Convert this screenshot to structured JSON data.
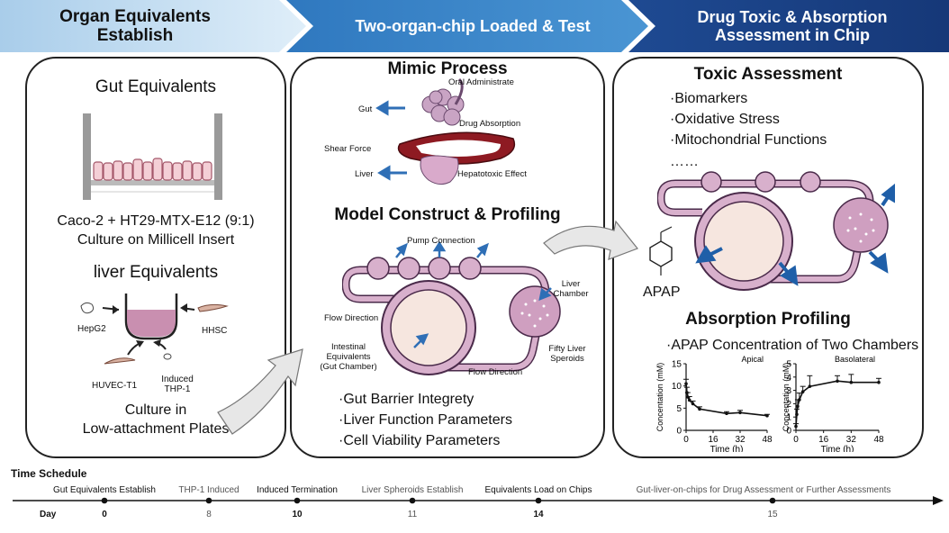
{
  "header": {
    "stage1": "Organ Equivalents\nEstablish",
    "stage2": "Two-organ-chip Loaded & Test",
    "stage3": "Drug Toxic & Absorption\nAssessment in Chip",
    "colors": {
      "light": "#cfe3f4",
      "mid": "#3f86c8",
      "dark": "#1a3f86"
    }
  },
  "panel1": {
    "gut_title": "Gut Equivalents",
    "gut_caption": [
      "Caco-2 + HT29-MTX-E12 (9:1)",
      "Culture on Millicell Insert"
    ],
    "liver_title": "liver Equivalents",
    "cells": {
      "hepg2": "HepG2",
      "hhsc": "HHSC",
      "huvec": "HUVEC-T1",
      "thp1_line1": "Induced",
      "thp1_line2": "THP-1"
    },
    "culture": [
      "Culture in",
      "Low-attachment Plates"
    ]
  },
  "panel2": {
    "mimic_title": "Mimic Process",
    "mimic_labels": {
      "oral": "Oral Administrate",
      "gut": "Gut",
      "absorption": "Drug Absorption",
      "shear": "Shear Force",
      "liver": "Liver",
      "hepatotoxic": "Hepatotoxic Effect"
    },
    "model_title": "Model Construct & Profiling",
    "model_labels": {
      "pump": "Pump Connection",
      "liver_chamber_1": "Liver",
      "liver_chamber_2": "Chamber",
      "flow_left": "Flow Direction",
      "intestinal_1": "Intestinal",
      "intestinal_2": "Equivalents",
      "intestinal_3": "(Gut Chamber)",
      "fifty_1": "Fifty Liver",
      "fifty_2": "Speroids",
      "flow_bottom": "Flow Direction"
    },
    "bullets": [
      "·Gut Barrier Integrety",
      "·Liver Function Parameters",
      "·Cell Viability Parameters"
    ]
  },
  "panel3": {
    "toxic_title": "Toxic Assessment",
    "toxic_items": [
      "·Biomarkers",
      "·Oxidative Stress",
      "·Mitochondrial Functions",
      "……"
    ],
    "drug": "APAP",
    "absorption_title": "Absorption Profiling",
    "absorption_item": "·APAP Concentration of Two Chambers"
  },
  "chart_data": [
    {
      "type": "line",
      "title": "Apical",
      "xlabel": "Time (h)",
      "ylabel": "Concentation (mM)",
      "xticks": [
        0,
        16,
        32,
        48
      ],
      "yticks": [
        0,
        5,
        10,
        15
      ],
      "xlim": [
        0,
        48
      ],
      "ylim": [
        0,
        15
      ],
      "x": [
        0,
        0.5,
        1,
        2,
        4,
        8,
        24,
        32,
        48
      ],
      "y": [
        10.5,
        8.5,
        7.5,
        6.8,
        6.0,
        4.8,
        3.8,
        4.0,
        3.3
      ],
      "errors": [
        1.0,
        1.2,
        1.0,
        0.8,
        0.6,
        0.5,
        0.4,
        0.5,
        0.3
      ]
    },
    {
      "type": "line",
      "title": "Basolateral",
      "xlabel": "Time (h)",
      "ylabel": "Concentation (mM)",
      "xticks": [
        0,
        16,
        32,
        48
      ],
      "yticks": [
        0,
        1,
        2,
        3,
        4,
        5
      ],
      "xlim": [
        0,
        48
      ],
      "ylim": [
        0,
        5
      ],
      "x": [
        0,
        0.5,
        1,
        2,
        4,
        8,
        24,
        32,
        48
      ],
      "y": [
        0.3,
        1.2,
        1.8,
        2.3,
        2.9,
        3.3,
        3.7,
        3.6,
        3.6
      ],
      "errors": [
        0.2,
        0.4,
        0.5,
        0.5,
        0.4,
        0.8,
        0.4,
        0.6,
        0.3
      ]
    }
  ],
  "timeline": {
    "title": "Time Schedule",
    "day_label": "Day",
    "events": [
      {
        "label": "Gut Equivalents Establish",
        "day": "0",
        "bold": false
      },
      {
        "label": "THP-1 Induced",
        "day": "8",
        "bold": false
      },
      {
        "label": "Induced Termination",
        "day": "10",
        "bold": true
      },
      {
        "label": "Liver Spheroids Establish",
        "day": "11",
        "bold": false
      },
      {
        "label": "Equivalents Load on Chips",
        "day": "14",
        "bold": true
      },
      {
        "label": "Gut-liver-on-chips for Drug Assessment or Further Assessments",
        "day": "15",
        "bold": false
      }
    ]
  }
}
